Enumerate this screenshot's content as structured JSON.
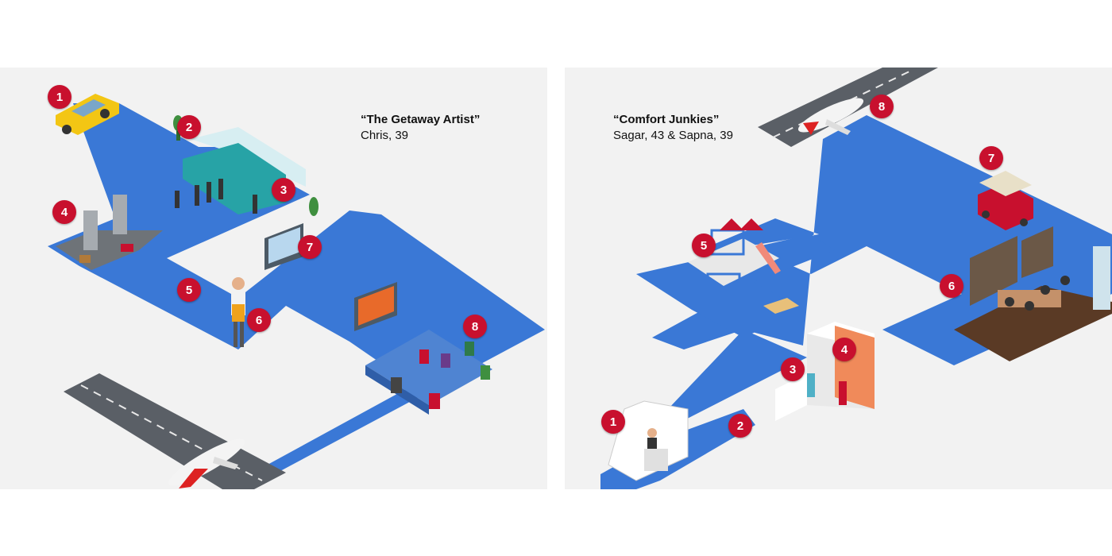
{
  "colors": {
    "path": "#3a78d6",
    "marker": "#c8102e",
    "panel_bg": "#f2f2f2",
    "runway": "#5a5f66"
  },
  "left": {
    "title": "“The Getaway Artist”",
    "subtitle": "Chris, 39",
    "steps": [
      "1",
      "2",
      "3",
      "4",
      "5",
      "6",
      "7",
      "8"
    ],
    "icons": [
      "taxi-icon",
      "check-in-counter-icon",
      "queue-people-icon",
      "security-scanner-icon",
      "walkway-icon",
      "vendor-person-icon",
      "departure-board-icon",
      "waiting-lounge-icon",
      "runway-icon",
      "airplane-icon"
    ]
  },
  "right": {
    "title": "“Comfort Junkies”",
    "subtitle": "Sagar, 43 & Sapna, 39",
    "steps": [
      "1",
      "2",
      "3",
      "4",
      "5",
      "6",
      "7",
      "8"
    ],
    "icons": [
      "info-kiosk-icon",
      "walkway-icon",
      "shop-icon",
      "store-icon",
      "playground-icon",
      "lounge-restaurant-icon",
      "buggy-cart-icon",
      "airplane-icon",
      "runway-icon"
    ]
  }
}
